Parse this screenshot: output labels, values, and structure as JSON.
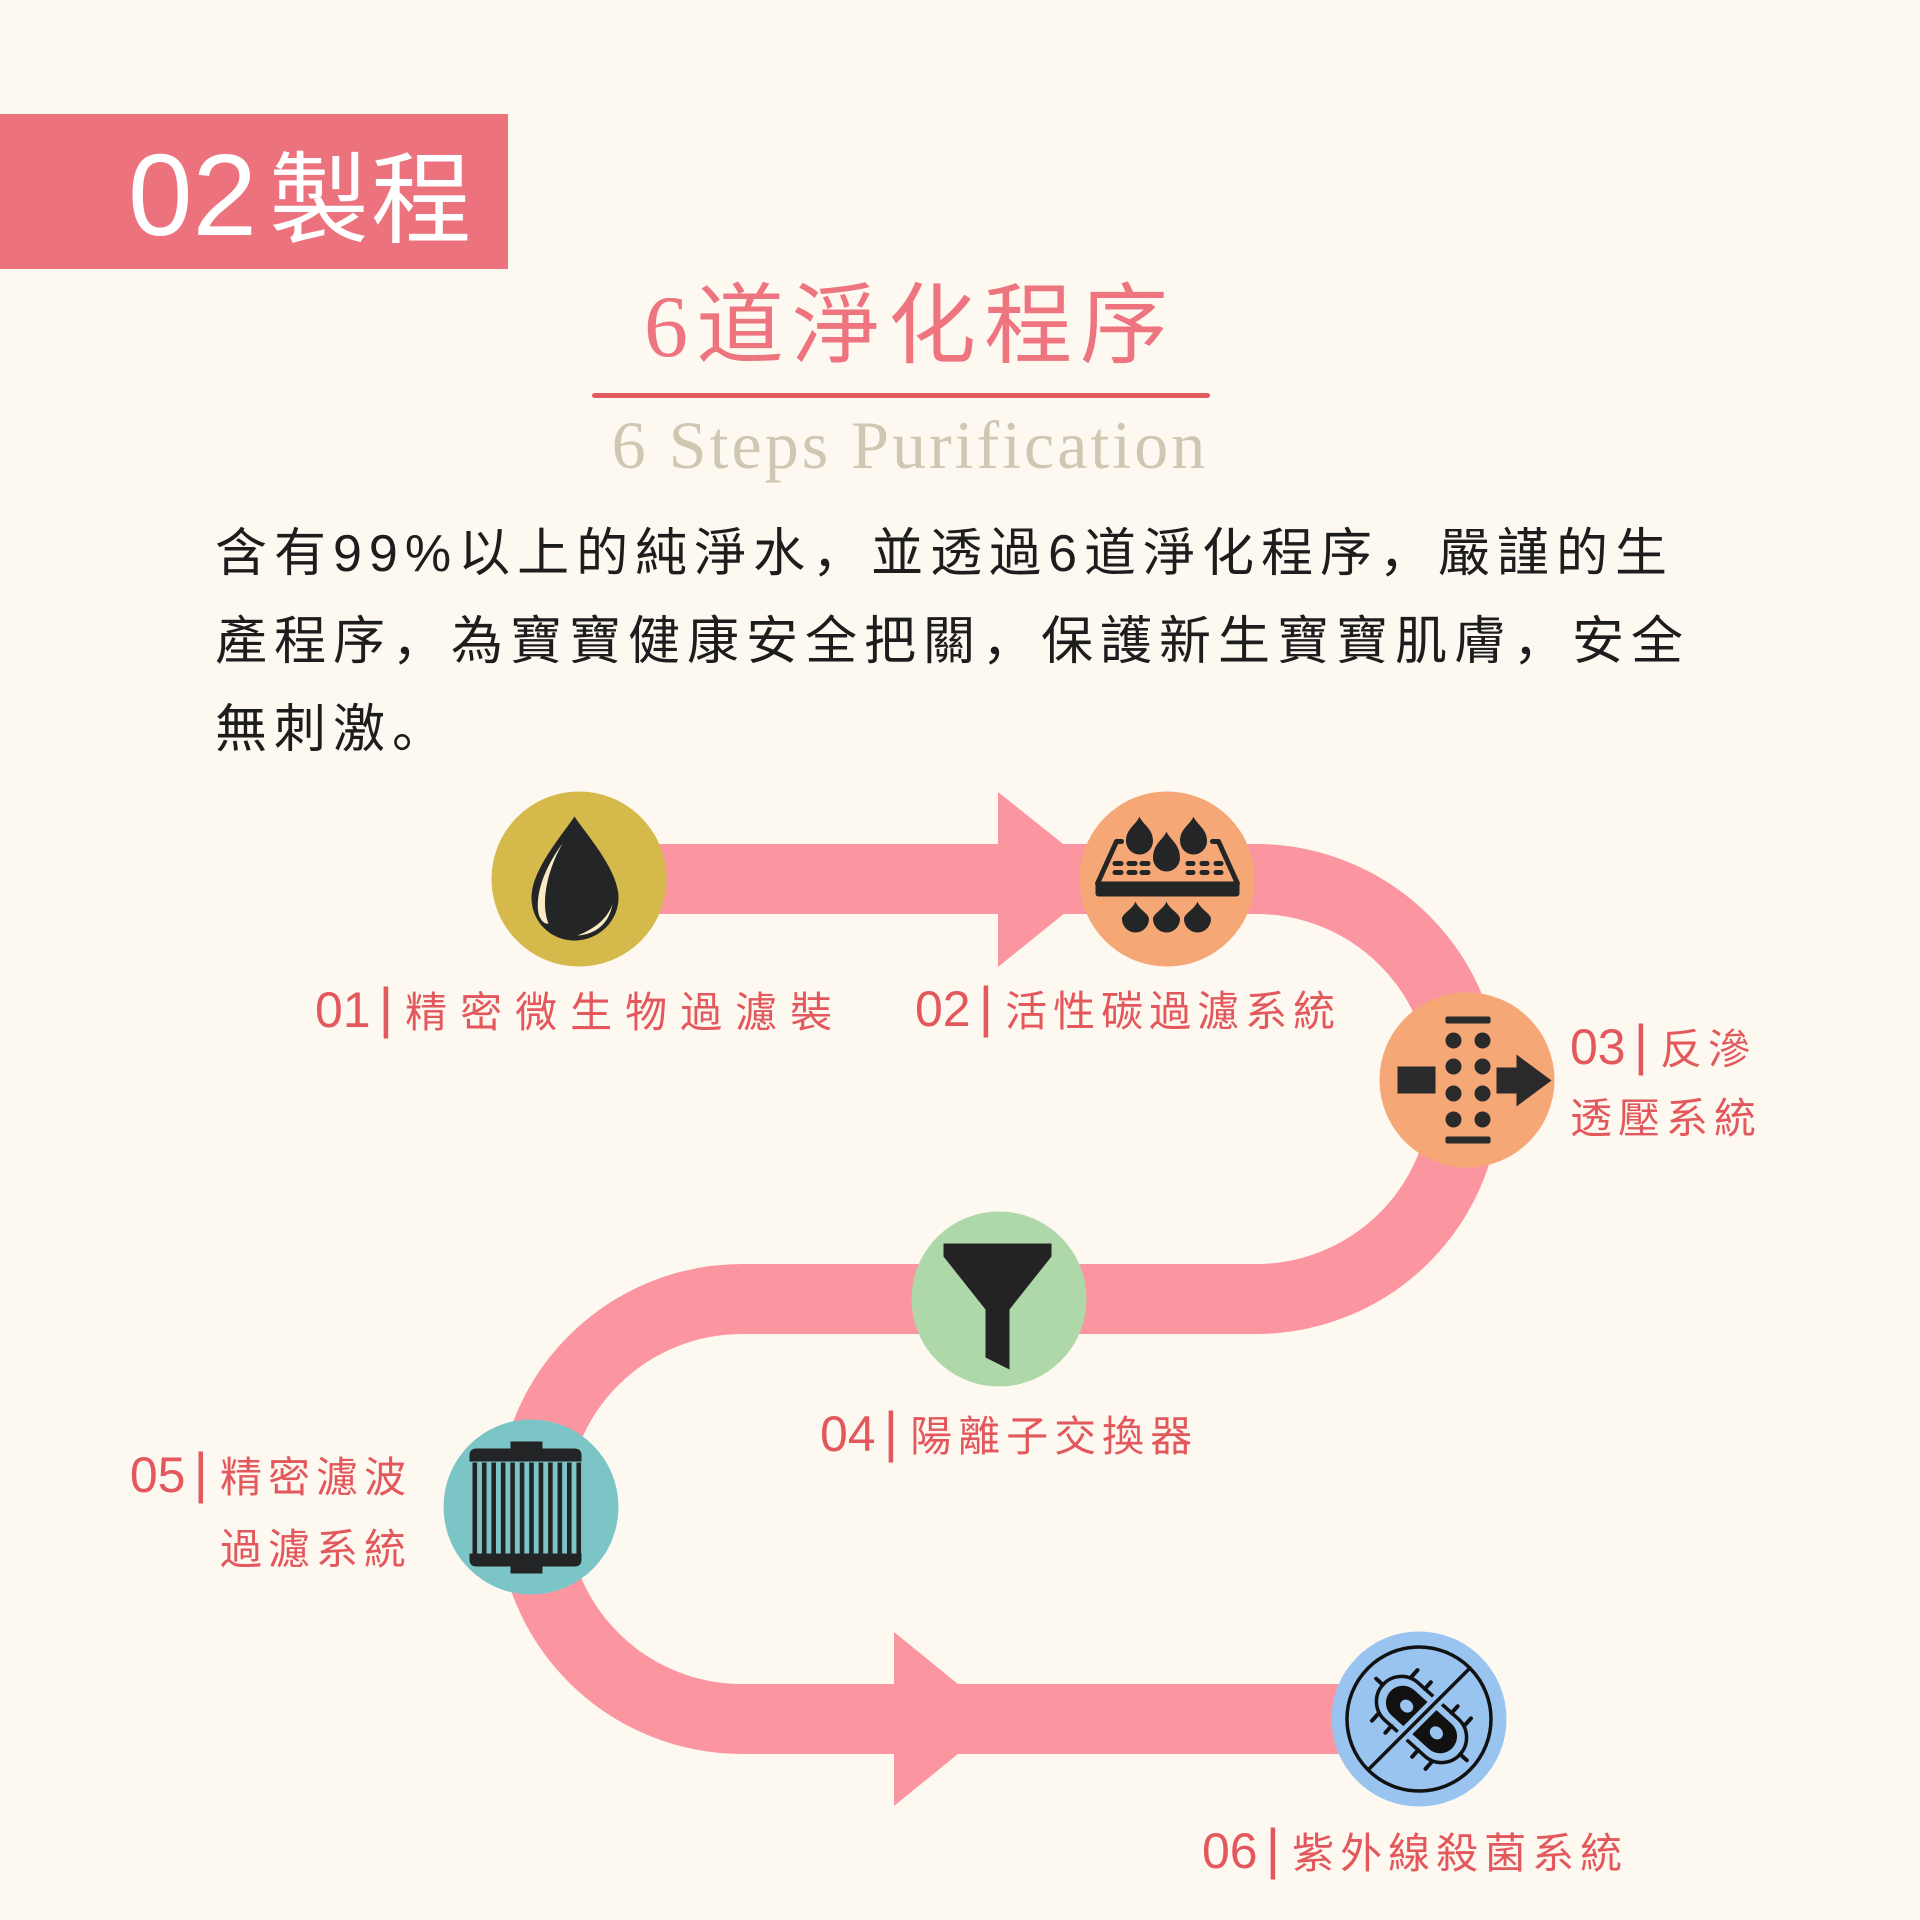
{
  "page": {
    "background": "#fdf9f1"
  },
  "badge": {
    "number": "02",
    "text": "製程",
    "color": "#ec737e",
    "text_color": "#ffffff"
  },
  "title": {
    "text": "6道淨化程序",
    "color": "#ee7580",
    "underline_color": "#e35b5e"
  },
  "subtitle": {
    "text": "6 Steps Purification",
    "color": "#d0c7b3"
  },
  "intro": {
    "lines": [
      "含有99%以上的純淨水，並透過6道淨化程序，嚴謹的生",
      "產程序，為寶寶健康安全把關，保護新生寶寶肌膚，安全",
      "無刺激。"
    ],
    "color": "#1d1d1d"
  },
  "diagram": {
    "ribbon_color": "#fb96a0",
    "icon_color": "#242526",
    "label_color": "#e3585c",
    "steps": [
      {
        "number": "01",
        "separator": "|",
        "lines": [
          "精密微生物過濾裝"
        ],
        "icon": "water-drop-icon",
        "circle_color": "#d5b94a"
      },
      {
        "number": "02",
        "separator": "|",
        "lines": [
          "活性碳過濾系統"
        ],
        "icon": "activated-carbon-filter-icon",
        "circle_color": "#f5a775"
      },
      {
        "number": "03",
        "separator": "|",
        "lines": [
          "反滲",
          "透壓系統"
        ],
        "icon": "reverse-osmosis-icon",
        "circle_color": "#f5a775"
      },
      {
        "number": "04",
        "separator": "|",
        "lines": [
          "陽離子交換器"
        ],
        "icon": "funnel-icon",
        "circle_color": "#aed8aa"
      },
      {
        "number": "05",
        "separator": "|",
        "lines": [
          "精密濾波",
          "過濾系統"
        ],
        "icon": "filter-cartridge-icon",
        "circle_color": "#7cc5c6"
      },
      {
        "number": "06",
        "separator": "|",
        "lines": [
          "紫外線殺菌系統"
        ],
        "icon": "no-bacteria-icon",
        "circle_color": "#99c4f0"
      }
    ]
  }
}
